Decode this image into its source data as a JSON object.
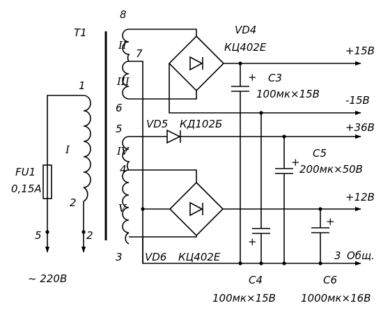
{
  "transformer": {
    "name": "T1",
    "windings": {
      "I": "I",
      "II": "II",
      "III": "III",
      "IV": "IV",
      "V": "V"
    },
    "pins": {
      "p1": "1",
      "p2": "2",
      "p3": "3",
      "p4": "4",
      "p5": "5",
      "p6": "6",
      "p7": "7",
      "p8": "8"
    }
  },
  "input": {
    "fuse_name": "FU1",
    "fuse_rating": "0,15A",
    "terminal_5": "5",
    "terminal_2": "2",
    "mains": "~ 220B"
  },
  "components": {
    "vd4_name": "VD4",
    "vd4_type": "КЦ402Е",
    "vd5_name": "VD5",
    "vd5_type": "КД102Б",
    "vd6_name": "VD6",
    "vd6_type": "КЦ402Е",
    "c3_name": "C3",
    "c3_value": "100мк×15B",
    "c4_name": "C4",
    "c4_value": "100мк×15B",
    "c5_name": "C5",
    "c5_value": "200мк×50B",
    "c6_name": "C6",
    "c6_value": "1000мк×16B",
    "plus": "+"
  },
  "outputs": {
    "plus15": "+15B",
    "minus15": "-15B",
    "plus36": "+36B",
    "plus12": "+12B",
    "common_pin": "3",
    "common": "Общ."
  }
}
